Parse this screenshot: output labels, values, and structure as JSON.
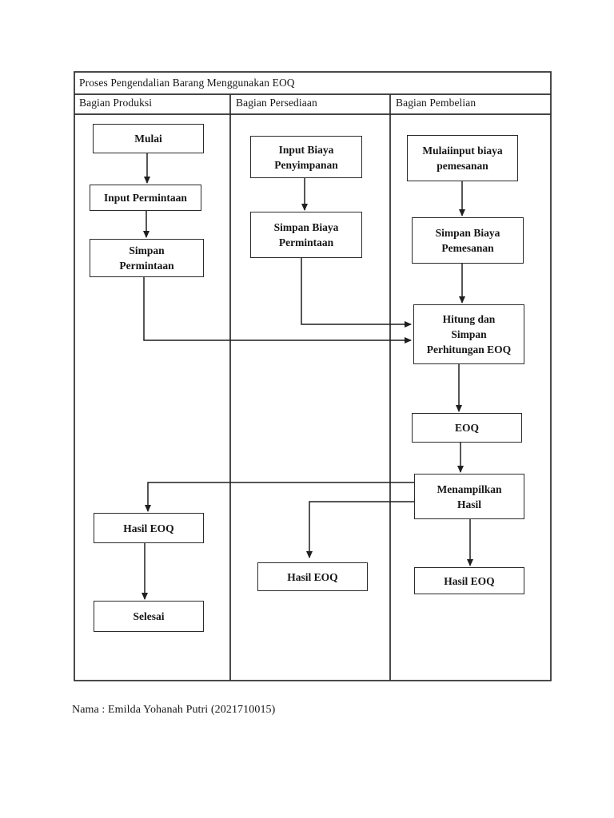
{
  "page": {
    "title": "Proses Pengendalian Barang Menggunakan EOQ",
    "footer": "Nama : Emilda Yohanah Putri (2021710015)"
  },
  "lanes": [
    {
      "label": "Bagian Produksi"
    },
    {
      "label": "Bagian Persediaan"
    },
    {
      "label": "Bagian Pembelian"
    }
  ],
  "nodes": {
    "mulai": {
      "lane": "Bagian Produksi",
      "label": "Mulai"
    },
    "input_permintaan": {
      "lane": "Bagian Produksi",
      "label": "Input Permintaan"
    },
    "simpan_permintaan": {
      "lane": "Bagian Produksi",
      "label": "Simpan\nPermintaan"
    },
    "hasil_eoq_produksi": {
      "lane": "Bagian Produksi",
      "label": "Hasil EOQ"
    },
    "selesai": {
      "lane": "Bagian Produksi",
      "label": "Selesai"
    },
    "input_biaya_penyimpanan": {
      "lane": "Bagian Persediaan",
      "label": "Input Biaya\nPenyimpanan"
    },
    "simpan_biaya_permintaan": {
      "lane": "Bagian Persediaan",
      "label": "Simpan Biaya\nPermintaan"
    },
    "hasil_eoq_persediaan": {
      "lane": "Bagian Persediaan",
      "label": "Hasil EOQ"
    },
    "mulai_input_biaya_pemesanan": {
      "lane": "Bagian Pembelian",
      "label": "Mulaiinput biaya\npemesanan"
    },
    "simpan_biaya_pemesanan": {
      "lane": "Bagian Pembelian",
      "label": "Simpan Biaya\nPemesanan"
    },
    "hitung_dan_simpan_perhitungan_eoq": {
      "lane": "Bagian Pembelian",
      "label": "Hitung dan\nSimpan\nPerhitungan EOQ"
    },
    "eoq": {
      "lane": "Bagian Pembelian",
      "label": "EOQ"
    },
    "menampilkan_hasil": {
      "lane": "Bagian Pembelian",
      "label": "Menampilkan\nHasil"
    },
    "hasil_eoq_pembelian": {
      "lane": "Bagian Pembelian",
      "label": "Hasil EOQ"
    }
  },
  "edges": [
    {
      "from": "mulai",
      "to": "input_permintaan"
    },
    {
      "from": "input_permintaan",
      "to": "simpan_permintaan"
    },
    {
      "from": "simpan_permintaan",
      "to": "hitung_dan_simpan_perhitungan_eoq"
    },
    {
      "from": "input_biaya_penyimpanan",
      "to": "simpan_biaya_permintaan"
    },
    {
      "from": "simpan_biaya_permintaan",
      "to": "hitung_dan_simpan_perhitungan_eoq"
    },
    {
      "from": "mulai_input_biaya_pemesanan",
      "to": "simpan_biaya_pemesanan"
    },
    {
      "from": "simpan_biaya_pemesanan",
      "to": "hitung_dan_simpan_perhitungan_eoq"
    },
    {
      "from": "hitung_dan_simpan_perhitungan_eoq",
      "to": "eoq"
    },
    {
      "from": "eoq",
      "to": "menampilkan_hasil"
    },
    {
      "from": "menampilkan_hasil",
      "to": "hasil_eoq_produksi"
    },
    {
      "from": "menampilkan_hasil",
      "to": "hasil_eoq_persediaan"
    },
    {
      "from": "menampilkan_hasil",
      "to": "hasil_eoq_pembelian"
    },
    {
      "from": "hasil_eoq_produksi",
      "to": "selesai"
    }
  ],
  "colors": {
    "line": "#1f1f1f",
    "text": "#161616",
    "page_background": "#ffffff"
  }
}
